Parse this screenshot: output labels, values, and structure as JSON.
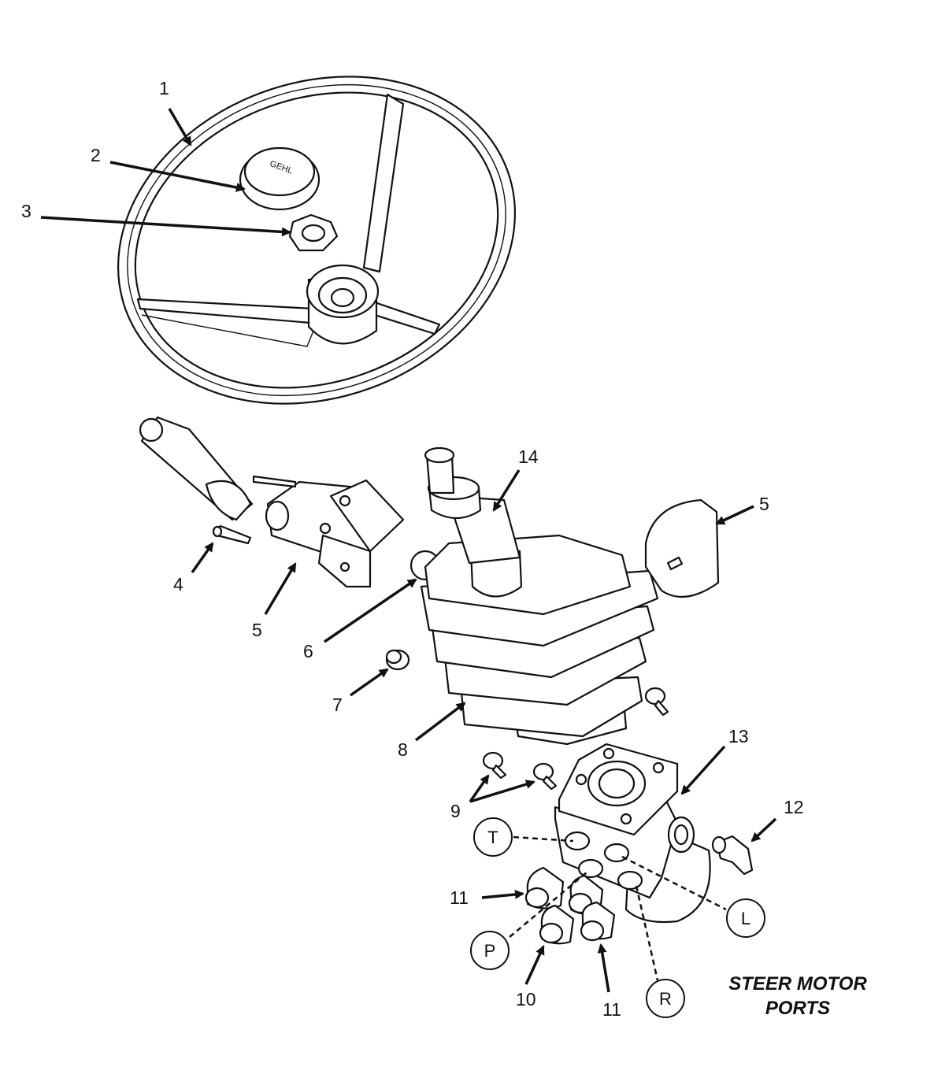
{
  "callouts": {
    "c1": "1",
    "c2": "2",
    "c3": "3",
    "c4": "4",
    "c5a": "5",
    "c5b": "5",
    "c6": "6",
    "c7": "7",
    "c8": "8",
    "c9": "9",
    "c10": "10",
    "c11a": "11",
    "c11b": "11",
    "c12": "12",
    "c13": "13",
    "c14": "14"
  },
  "ports": {
    "t": "T",
    "l": "L",
    "p": "P",
    "r": "R"
  },
  "hub_text": "GEHL",
  "caption": {
    "line1": "STEER MOTOR",
    "line2": "PORTS"
  }
}
